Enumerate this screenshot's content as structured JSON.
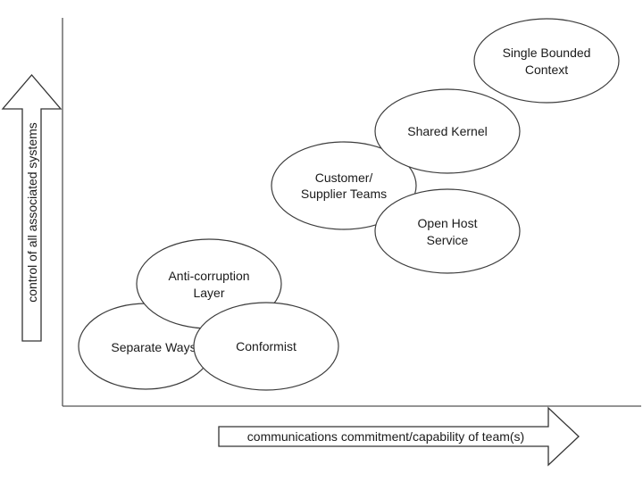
{
  "axes": {
    "y_label": "control of all associated systems",
    "x_label": "communications commitment/capability of team(s)"
  },
  "patterns": {
    "single_bounded_context": {
      "line1": "Single Bounded",
      "line2": "Context"
    },
    "shared_kernel": {
      "line1": "Shared Kernel"
    },
    "customer_supplier": {
      "line1": "Customer/",
      "line2": "Supplier Teams"
    },
    "open_host_service": {
      "line1": "Open Host",
      "line2": "Service"
    },
    "anti_corruption_layer": {
      "line1": "Anti-corruption",
      "line2": "Layer"
    },
    "separate_ways": {
      "line1": "Separate Ways"
    },
    "conformist": {
      "line1": "Conformist"
    }
  }
}
